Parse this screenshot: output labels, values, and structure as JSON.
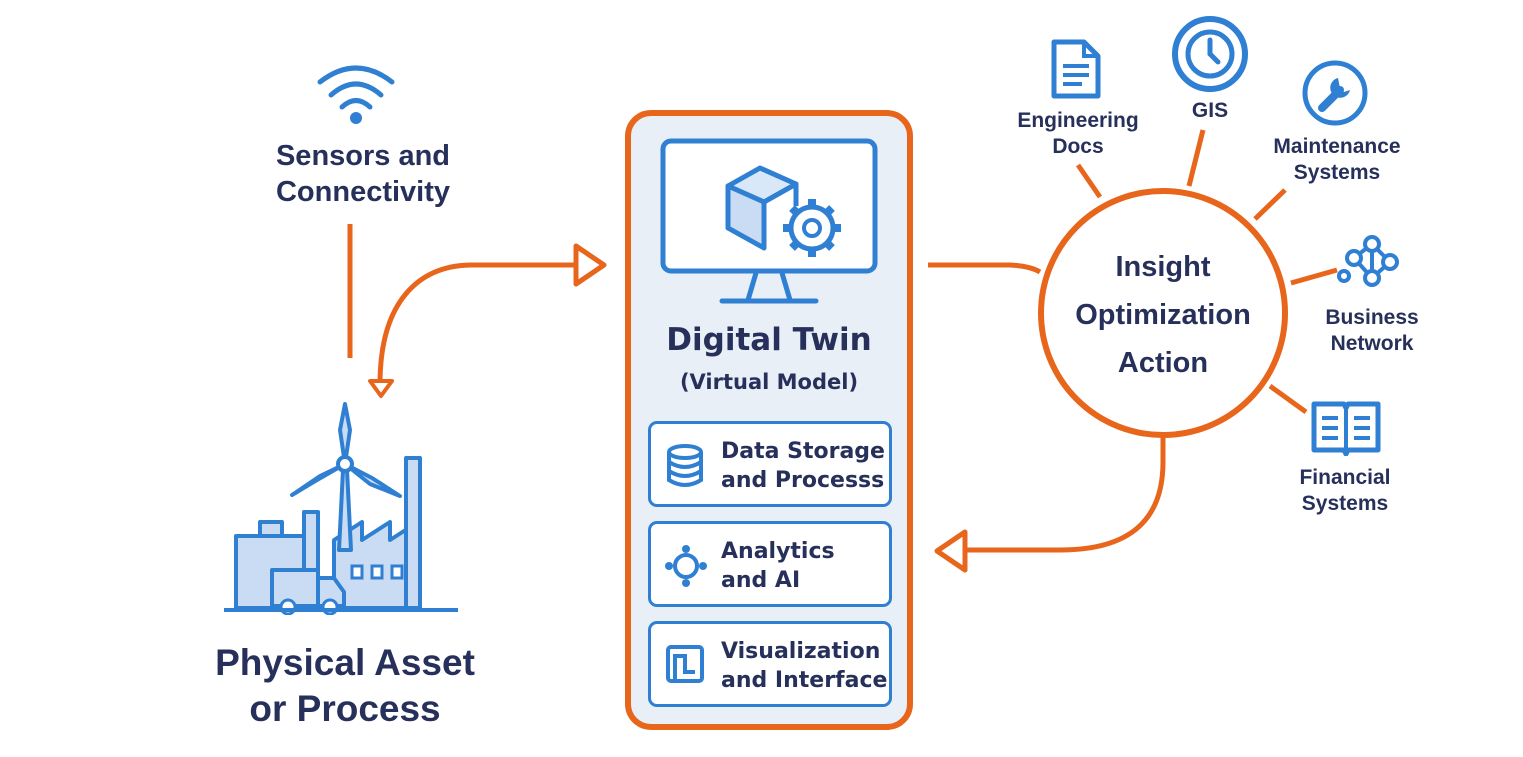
{
  "sensors": {
    "line1": "Sensors and",
    "line2": "Connectivity",
    "icon": "wifi-icon"
  },
  "physical": {
    "line1": "Physical Asset",
    "line2": "or Process",
    "icon": "factory-icon"
  },
  "twin": {
    "title": "Digital Twin",
    "subtitle": "(Virtual Model)",
    "icon": "monitor-cube-gear-icon",
    "modules": [
      {
        "line1": "Data Storage",
        "line2": "and Processs",
        "icon": "database-icon"
      },
      {
        "line1": "Analytics",
        "line2": "and AI",
        "icon": "network-nodes-icon"
      },
      {
        "line1": "Visualization",
        "line2": "and Interface",
        "icon": "interface-icon"
      }
    ]
  },
  "insight": {
    "line1": "Insight",
    "line2": "Optimization",
    "line3": "Action"
  },
  "sources": [
    {
      "line1": "Engineering",
      "line2": "Docs",
      "icon": "document-icon"
    },
    {
      "line1": "GIS",
      "line2": "",
      "icon": "gis-icon"
    },
    {
      "line1": "Maintenance",
      "line2": "Systems",
      "icon": "wrench-icon"
    },
    {
      "line1": "Business",
      "line2": "Network",
      "icon": "network-icon"
    },
    {
      "line1": "Financial",
      "line2": "Systems",
      "icon": "book-icon"
    }
  ],
  "colors": {
    "accent": "#e8661c",
    "blue": "#2f7fd3",
    "text": "#26305a",
    "panel": "#e9eff6"
  }
}
